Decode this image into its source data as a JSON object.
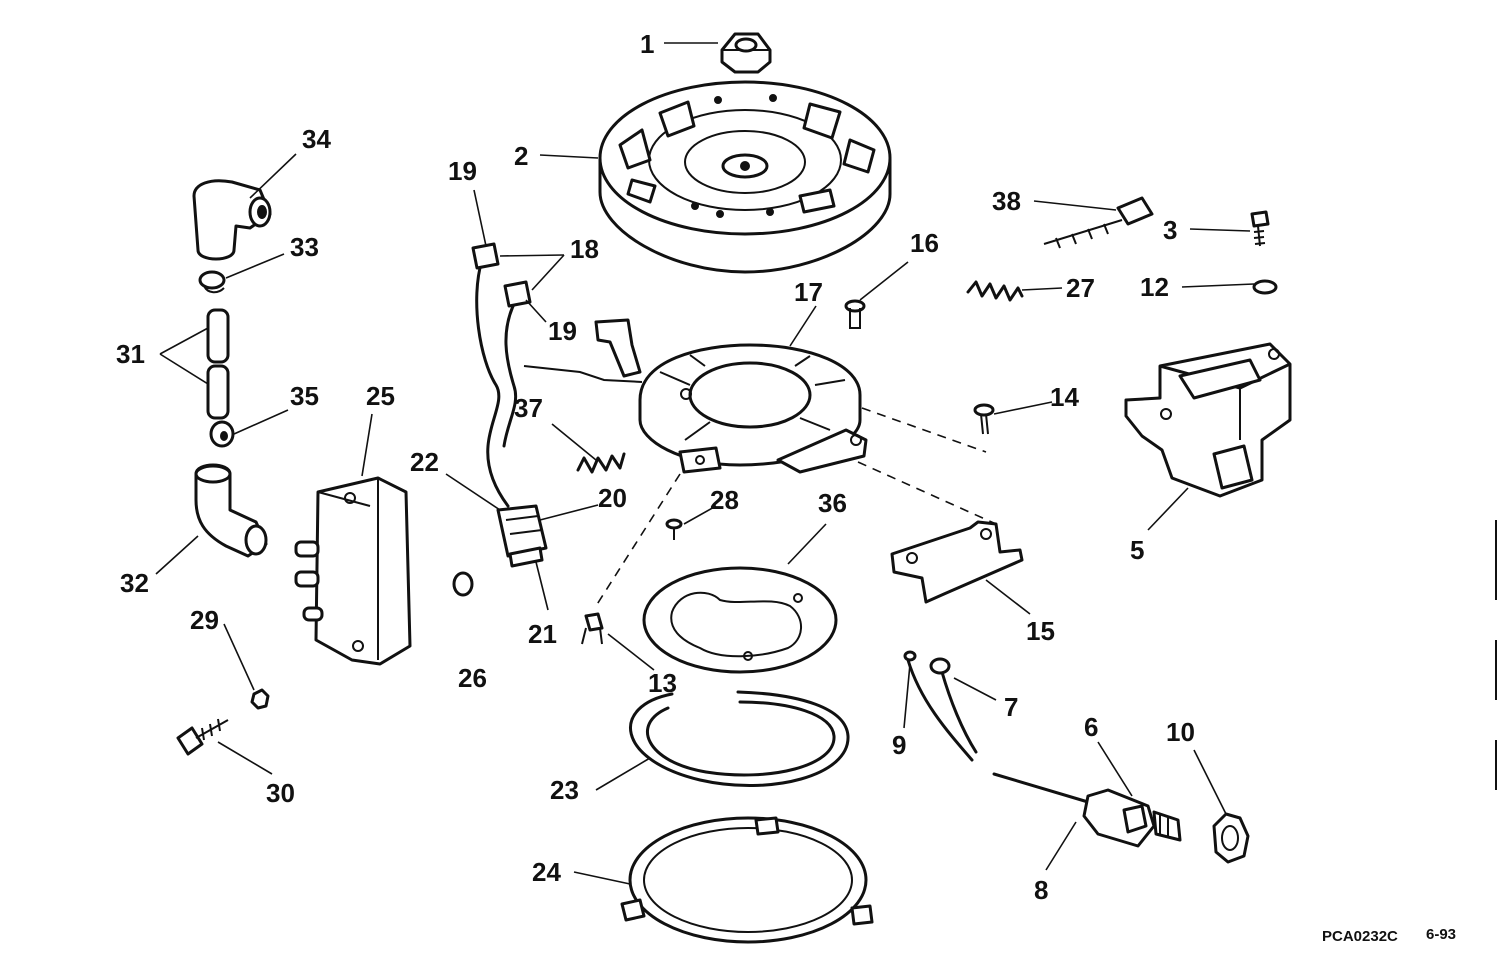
{
  "callouts": [
    "1",
    "2",
    "3",
    "5",
    "6",
    "7",
    "8",
    "9",
    "10",
    "12",
    "13",
    "14",
    "15",
    "16",
    "17",
    "18",
    "19",
    "19",
    "20",
    "21",
    "22",
    "23",
    "24",
    "25",
    "26",
    "27",
    "28",
    "29",
    "30",
    "31",
    "32",
    "33",
    "34",
    "35",
    "36",
    "37",
    "38"
  ],
  "code": "PCA0232C",
  "date": "6-93"
}
